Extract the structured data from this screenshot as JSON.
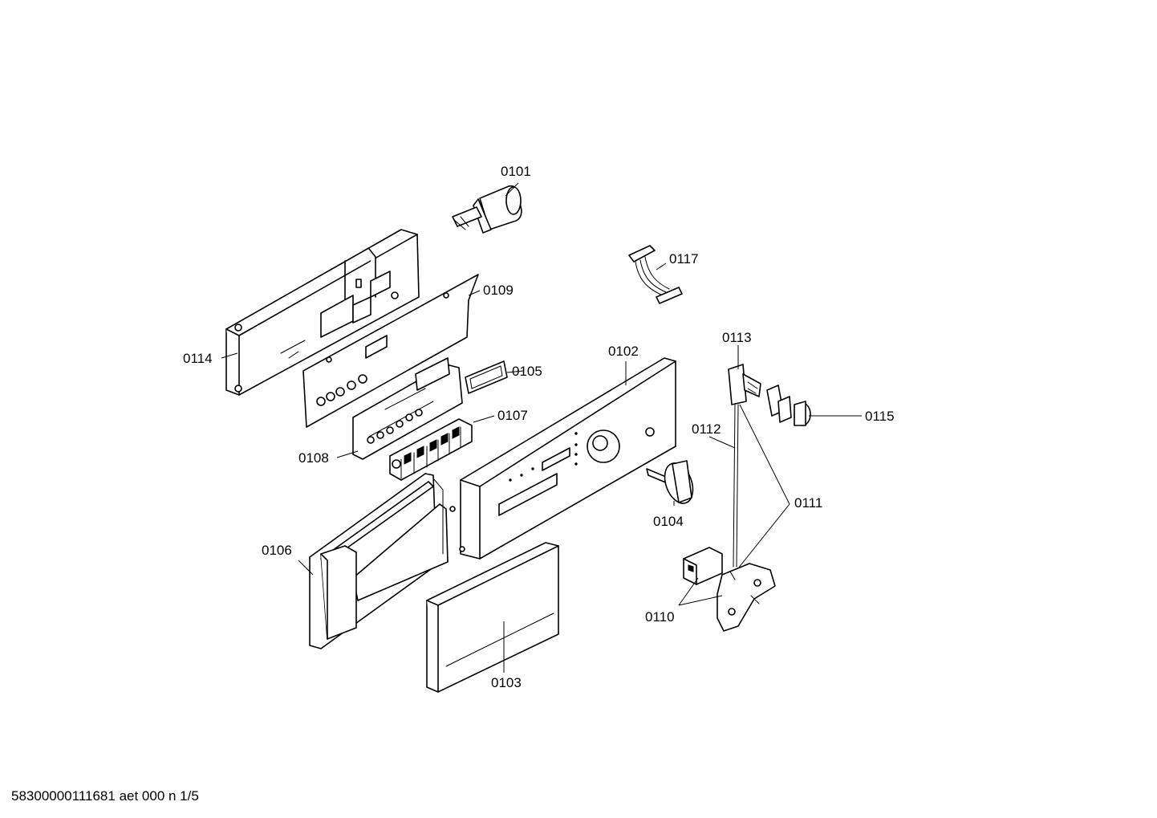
{
  "labels": {
    "p0101": "0101",
    "p0102": "0102",
    "p0103": "0103",
    "p0104": "0104",
    "p0105": "0105",
    "p0106": "0106",
    "p0107": "0107",
    "p0108": "0108",
    "p0109": "0109",
    "p0110": "0110",
    "p0111": "0111",
    "p0112": "0112",
    "p0113": "0113",
    "p0114": "0114",
    "p0115": "0115",
    "p0117": "0117"
  },
  "footer": {
    "drawing_id": "58300000111681 aet 000 n 1/5"
  }
}
